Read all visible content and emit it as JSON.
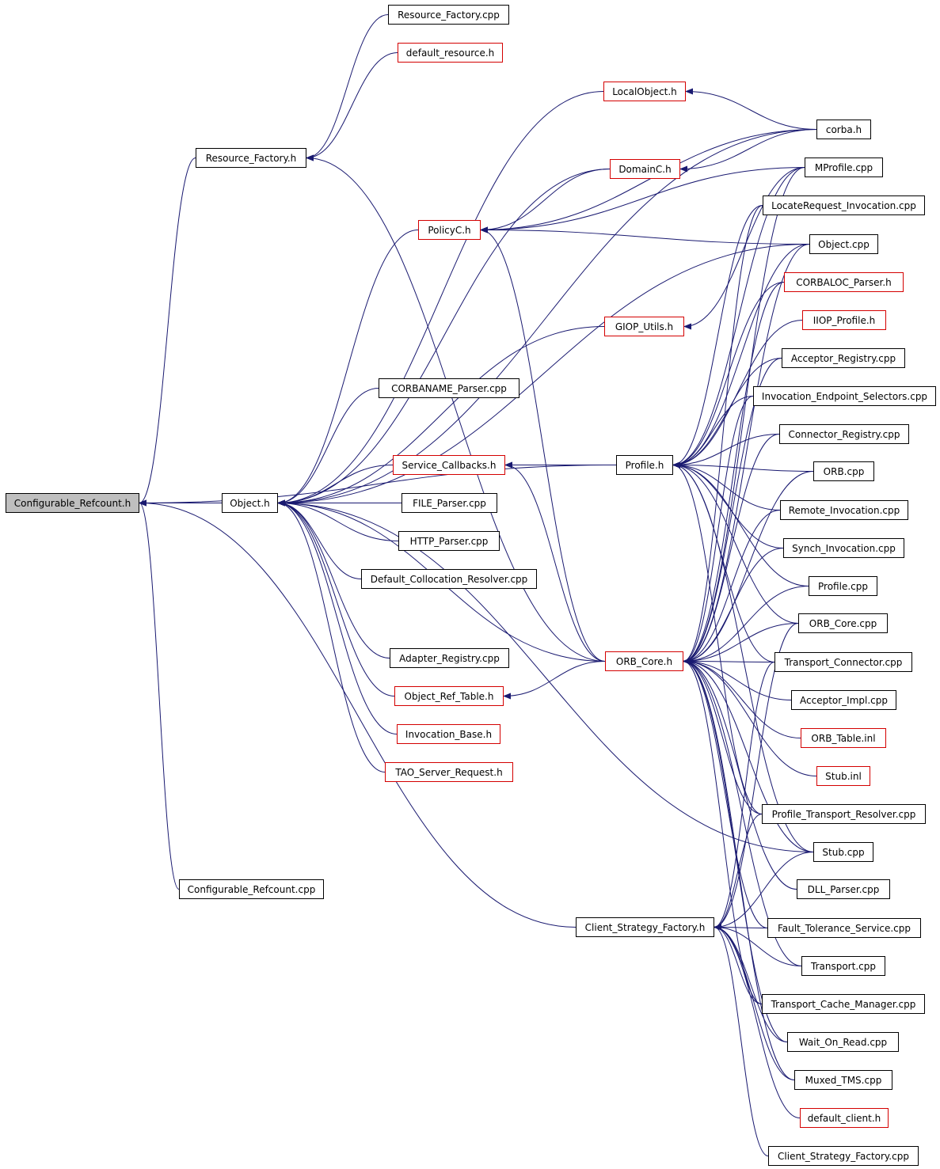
{
  "graph": {
    "edge_color": "#191970",
    "highlight_color": "#bfbfbf",
    "link_border_color": "#d40000",
    "nodes": [
      {
        "id": "configurable_refcount_h",
        "label": "Configurable_Refcount.h",
        "root": true
      },
      {
        "id": "resource_factory_h",
        "label": "Resource_Factory.h"
      },
      {
        "id": "object_h",
        "label": "Object.h"
      },
      {
        "id": "configurable_refcount_cpp",
        "label": "Configurable_Refcount.cpp"
      },
      {
        "id": "client_strategy_factory_h",
        "label": "Client_Strategy_Factory.h"
      },
      {
        "id": "resource_factory_cpp",
        "label": "Resource_Factory.cpp"
      },
      {
        "id": "default_resource_h",
        "label": "default_resource.h",
        "red": true
      },
      {
        "id": "localobject_h",
        "label": "LocalObject.h",
        "red": true
      },
      {
        "id": "domainc_h",
        "label": "DomainC.h",
        "red": true
      },
      {
        "id": "policyc_h",
        "label": "PolicyC.h",
        "red": true
      },
      {
        "id": "giop_utils_h",
        "label": "GIOP_Utils.h",
        "red": true
      },
      {
        "id": "corbaname_parser_cpp",
        "label": "CORBANAME_Parser.cpp"
      },
      {
        "id": "service_callbacks_h",
        "label": "Service_Callbacks.h",
        "red": true
      },
      {
        "id": "file_parser_cpp",
        "label": "FILE_Parser.cpp"
      },
      {
        "id": "http_parser_cpp",
        "label": "HTTP_Parser.cpp"
      },
      {
        "id": "default_collocation_resolver_cpp",
        "label": "Default_Collocation_Resolver.cpp"
      },
      {
        "id": "adapter_registry_cpp",
        "label": "Adapter_Registry.cpp"
      },
      {
        "id": "object_ref_table_h",
        "label": "Object_Ref_Table.h",
        "red": true
      },
      {
        "id": "invocation_base_h",
        "label": "Invocation_Base.h",
        "red": true
      },
      {
        "id": "tao_server_request_h",
        "label": "TAO_Server_Request.h",
        "red": true
      },
      {
        "id": "profile_h",
        "label": "Profile.h"
      },
      {
        "id": "orb_core_h",
        "label": "ORB_Core.h",
        "red": true
      },
      {
        "id": "corba_h",
        "label": "corba.h"
      },
      {
        "id": "mprofile_cpp",
        "label": "MProfile.cpp"
      },
      {
        "id": "locaterequest_invocation_cpp",
        "label": "LocateRequest_Invocation.cpp"
      },
      {
        "id": "object_cpp",
        "label": "Object.cpp"
      },
      {
        "id": "corbaloc_parser_h",
        "label": "CORBALOC_Parser.h",
        "red": true
      },
      {
        "id": "iiop_profile_h",
        "label": "IIOP_Profile.h",
        "red": true
      },
      {
        "id": "acceptor_registry_cpp",
        "label": "Acceptor_Registry.cpp"
      },
      {
        "id": "invocation_endpoint_selectors_cpp",
        "label": "Invocation_Endpoint_Selectors.cpp"
      },
      {
        "id": "connector_registry_cpp",
        "label": "Connector_Registry.cpp"
      },
      {
        "id": "orb_cpp",
        "label": "ORB.cpp"
      },
      {
        "id": "remote_invocation_cpp",
        "label": "Remote_Invocation.cpp"
      },
      {
        "id": "synch_invocation_cpp",
        "label": "Synch_Invocation.cpp"
      },
      {
        "id": "profile_cpp",
        "label": "Profile.cpp"
      },
      {
        "id": "orb_core_cpp",
        "label": "ORB_Core.cpp"
      },
      {
        "id": "transport_connector_cpp",
        "label": "Transport_Connector.cpp"
      },
      {
        "id": "acceptor_impl_cpp",
        "label": "Acceptor_Impl.cpp"
      },
      {
        "id": "orb_table_inl",
        "label": "ORB_Table.inl",
        "red": true
      },
      {
        "id": "stub_inl",
        "label": "Stub.inl",
        "red": true
      },
      {
        "id": "profile_transport_resolver_cpp",
        "label": "Profile_Transport_Resolver.cpp"
      },
      {
        "id": "stub_cpp",
        "label": "Stub.cpp"
      },
      {
        "id": "dll_parser_cpp",
        "label": "DLL_Parser.cpp"
      },
      {
        "id": "fault_tolerance_service_cpp",
        "label": "Fault_Tolerance_Service.cpp"
      },
      {
        "id": "transport_cpp",
        "label": "Transport.cpp"
      },
      {
        "id": "transport_cache_manager_cpp",
        "label": "Transport_Cache_Manager.cpp"
      },
      {
        "id": "wait_on_read_cpp",
        "label": "Wait_On_Read.cpp"
      },
      {
        "id": "muxed_tms_cpp",
        "label": "Muxed_TMS.cpp"
      },
      {
        "id": "default_client_h",
        "label": "default_client.h",
        "red": true
      },
      {
        "id": "client_strategy_factory_cpp",
        "label": "Client_Strategy_Factory.cpp"
      }
    ],
    "edges": [
      [
        "resource_factory_h",
        "configurable_refcount_h"
      ],
      [
        "object_h",
        "configurable_refcount_h"
      ],
      [
        "configurable_refcount_cpp",
        "configurable_refcount_h"
      ],
      [
        "client_strategy_factory_h",
        "configurable_refcount_h"
      ],
      [
        "profile_h",
        "configurable_refcount_h"
      ],
      [
        "resource_factory_cpp",
        "resource_factory_h"
      ],
      [
        "default_resource_h",
        "resource_factory_h"
      ],
      [
        "orb_core_h",
        "resource_factory_h"
      ],
      [
        "localobject_h",
        "object_h"
      ],
      [
        "corba_h",
        "object_h"
      ],
      [
        "domainc_h",
        "object_h"
      ],
      [
        "policyc_h",
        "object_h"
      ],
      [
        "giop_utils_h",
        "object_h"
      ],
      [
        "corbaname_parser_cpp",
        "object_h"
      ],
      [
        "service_callbacks_h",
        "object_h"
      ],
      [
        "file_parser_cpp",
        "object_h"
      ],
      [
        "http_parser_cpp",
        "object_h"
      ],
      [
        "default_collocation_resolver_cpp",
        "object_h"
      ],
      [
        "orb_core_h",
        "object_h"
      ],
      [
        "adapter_registry_cpp",
        "object_h"
      ],
      [
        "object_ref_table_h",
        "object_h"
      ],
      [
        "invocation_base_h",
        "object_h"
      ],
      [
        "tao_server_request_h",
        "object_h"
      ],
      [
        "stub_cpp",
        "object_h"
      ],
      [
        "object_cpp",
        "object_h"
      ],
      [
        "corba_h",
        "localobject_h"
      ],
      [
        "corba_h",
        "domainc_h"
      ],
      [
        "domainc_h",
        "policyc_h"
      ],
      [
        "corba_h",
        "policyc_h"
      ],
      [
        "mprofile_cpp",
        "policyc_h"
      ],
      [
        "object_cpp",
        "policyc_h"
      ],
      [
        "orb_core_h",
        "policyc_h"
      ],
      [
        "mprofile_cpp",
        "giop_utils_h"
      ],
      [
        "profile_h",
        "service_callbacks_h"
      ],
      [
        "orb_core_h",
        "service_callbacks_h"
      ],
      [
        "orb_core_h",
        "object_ref_table_h"
      ],
      [
        "mprofile_cpp",
        "profile_h"
      ],
      [
        "locaterequest_invocation_cpp",
        "profile_h"
      ],
      [
        "object_cpp",
        "profile_h"
      ],
      [
        "corbaloc_parser_h",
        "profile_h"
      ],
      [
        "iiop_profile_h",
        "profile_h"
      ],
      [
        "acceptor_registry_cpp",
        "profile_h"
      ],
      [
        "invocation_endpoint_selectors_cpp",
        "profile_h"
      ],
      [
        "connector_registry_cpp",
        "profile_h"
      ],
      [
        "orb_cpp",
        "profile_h"
      ],
      [
        "remote_invocation_cpp",
        "profile_h"
      ],
      [
        "synch_invocation_cpp",
        "profile_h"
      ],
      [
        "profile_cpp",
        "profile_h"
      ],
      [
        "orb_core_cpp",
        "profile_h"
      ],
      [
        "transport_connector_cpp",
        "profile_h"
      ],
      [
        "profile_transport_resolver_cpp",
        "profile_h"
      ],
      [
        "stub_cpp",
        "profile_h"
      ],
      [
        "mprofile_cpp",
        "orb_core_h"
      ],
      [
        "locaterequest_invocation_cpp",
        "orb_core_h"
      ],
      [
        "object_cpp",
        "orb_core_h"
      ],
      [
        "corbaloc_parser_h",
        "orb_core_h"
      ],
      [
        "acceptor_registry_cpp",
        "orb_core_h"
      ],
      [
        "invocation_endpoint_selectors_cpp",
        "orb_core_h"
      ],
      [
        "connector_registry_cpp",
        "orb_core_h"
      ],
      [
        "orb_cpp",
        "orb_core_h"
      ],
      [
        "remote_invocation_cpp",
        "orb_core_h"
      ],
      [
        "synch_invocation_cpp",
        "orb_core_h"
      ],
      [
        "profile_cpp",
        "orb_core_h"
      ],
      [
        "orb_core_cpp",
        "orb_core_h"
      ],
      [
        "transport_connector_cpp",
        "orb_core_h"
      ],
      [
        "acceptor_impl_cpp",
        "orb_core_h"
      ],
      [
        "orb_table_inl",
        "orb_core_h"
      ],
      [
        "stub_inl",
        "orb_core_h"
      ],
      [
        "profile_transport_resolver_cpp",
        "orb_core_h"
      ],
      [
        "stub_cpp",
        "orb_core_h"
      ],
      [
        "dll_parser_cpp",
        "orb_core_h"
      ],
      [
        "fault_tolerance_service_cpp",
        "orb_core_h"
      ],
      [
        "transport_cpp",
        "orb_core_h"
      ],
      [
        "transport_cache_manager_cpp",
        "orb_core_h"
      ],
      [
        "wait_on_read_cpp",
        "orb_core_h"
      ],
      [
        "muxed_tms_cpp",
        "orb_core_h"
      ],
      [
        "orb_core_cpp",
        "client_strategy_factory_h"
      ],
      [
        "stub_cpp",
        "client_strategy_factory_h"
      ],
      [
        "fault_tolerance_service_cpp",
        "client_strategy_factory_h"
      ],
      [
        "transport_cpp",
        "client_strategy_factory_h"
      ],
      [
        "transport_cache_manager_cpp",
        "client_strategy_factory_h"
      ],
      [
        "wait_on_read_cpp",
        "client_strategy_factory_h"
      ],
      [
        "muxed_tms_cpp",
        "client_strategy_factory_h"
      ],
      [
        "default_client_h",
        "client_strategy_factory_h"
      ],
      [
        "client_strategy_factory_cpp",
        "client_strategy_factory_h"
      ],
      [
        "transport_connector_cpp",
        "client_strategy_factory_h"
      ],
      [
        "profile_transport_resolver_cpp",
        "client_strategy_factory_h"
      ]
    ]
  }
}
